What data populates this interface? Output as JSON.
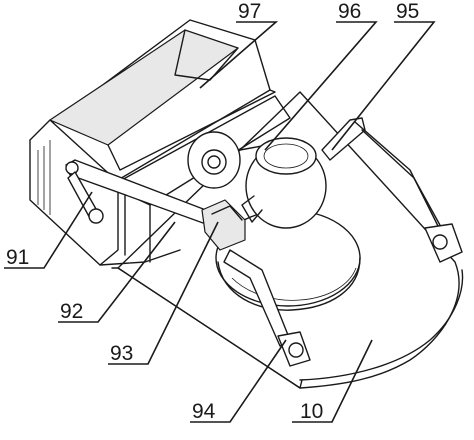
{
  "labels": {
    "l97": "97",
    "l96": "96",
    "l95": "95",
    "l91": "91",
    "l92": "92",
    "l93": "93",
    "l94": "94",
    "l10": "10"
  }
}
